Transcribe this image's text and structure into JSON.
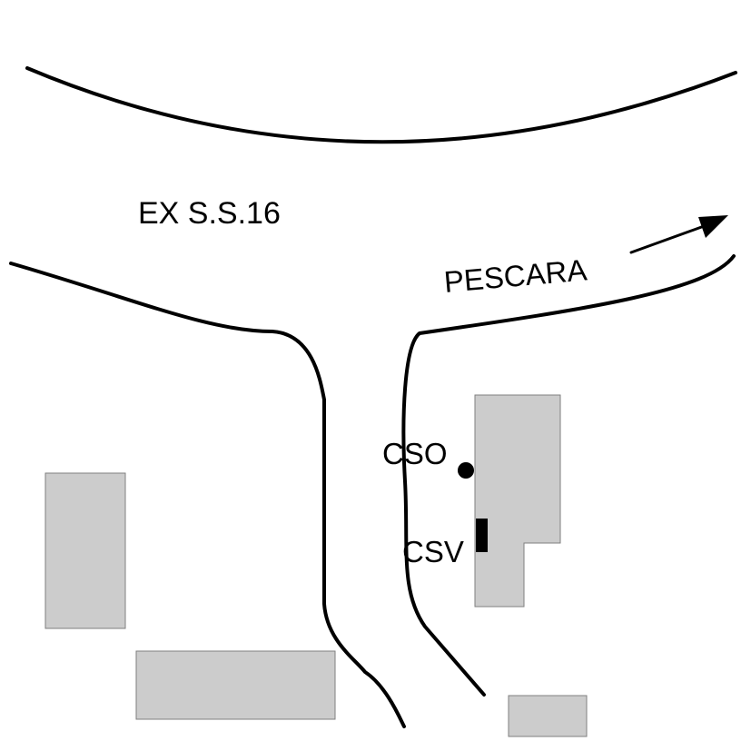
{
  "map": {
    "colors": {
      "background": "#ffffff",
      "road_edge": "#000000",
      "building_fill": "#cccccc",
      "building_outline": "#7f7f7f",
      "marker": "#000000"
    },
    "labels": {
      "road": "EX S.S.16",
      "direction": "PESCARA",
      "cso": "CSO",
      "csv": "CSV"
    },
    "icons": {
      "direction_arrow": "arrow-right-icon",
      "cso_marker": "filled-circle-icon",
      "csv_marker": "filled-rectangle-icon"
    }
  }
}
